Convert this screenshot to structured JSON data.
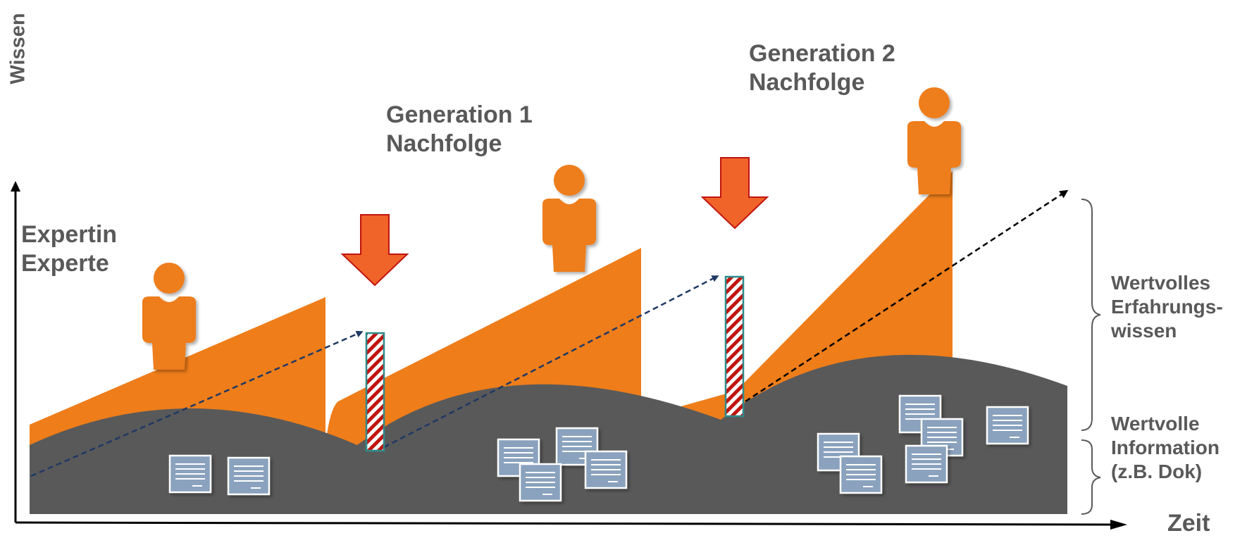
{
  "axes": {
    "y_label": "Wissen",
    "x_label": "Zeit"
  },
  "persons": [
    {
      "lines": [
        "Expertin",
        "Experte"
      ]
    },
    {
      "lines": [
        "Generation 1",
        "Nachfolge"
      ]
    },
    {
      "lines": [
        "Generation 2",
        "Nachfolge"
      ]
    }
  ],
  "brackets": {
    "upper": [
      "Wertvolles",
      "Erfahrungs-",
      "wissen"
    ],
    "lower": [
      "Wertvolle",
      "Information",
      "(z.B. Dok)"
    ]
  },
  "colors": {
    "knowledge_area": "#ee7d1a",
    "information_area": "#595959",
    "person_icon": "#ee7d1a",
    "document_fill": "#8aa2bd",
    "handover_arrow_fill": "#f0642a",
    "handover_arrow_stroke": "#c0140f",
    "loss_stripes": "#c0140f",
    "trend_line": "#1f3864",
    "text": "#595959"
  },
  "icons": [
    "person-icon",
    "document-icon",
    "down-arrow-icon",
    "knowledge-loss-bar"
  ]
}
